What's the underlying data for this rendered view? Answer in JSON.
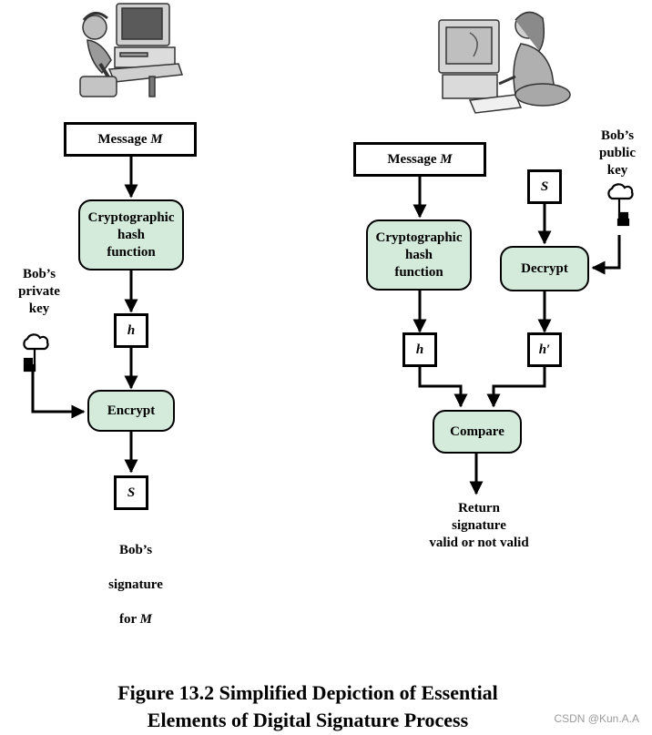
{
  "sender": {
    "message_label": "Message",
    "message_var": "M",
    "hash_label": "Cryptographic\nhash\nfunction",
    "h_label": "h",
    "encrypt_label": "Encrypt",
    "s_label": "S",
    "key_label": "Bob’s\nprivate\nkey",
    "signature_label_1": "Bob’s",
    "signature_label_2": "signature",
    "signature_label_3": "for",
    "signature_var": "M"
  },
  "receiver": {
    "message_label": "Message",
    "message_var": "M",
    "hash_label": "Cryptographic\nhash\nfunction",
    "h_label": "h",
    "s_label": "S",
    "decrypt_label": "Decrypt",
    "h_prime_label": "h′",
    "compare_label": "Compare",
    "key_label": "Bob’s\npublic\nkey",
    "result_label": "Return\nsignature\nvalid or not valid"
  },
  "caption": {
    "line1": "Figure 13.2   Simplified Depiction of Essential",
    "line2": "Elements of Digital Signature Process"
  },
  "watermark": "CSDN @Kun.A.A",
  "colors": {
    "box_fill": "#d4eadb",
    "stroke": "#000000"
  },
  "icons": [
    "man-at-computer-icon",
    "woman-at-computer-icon",
    "private-key-icon",
    "public-key-icon"
  ]
}
